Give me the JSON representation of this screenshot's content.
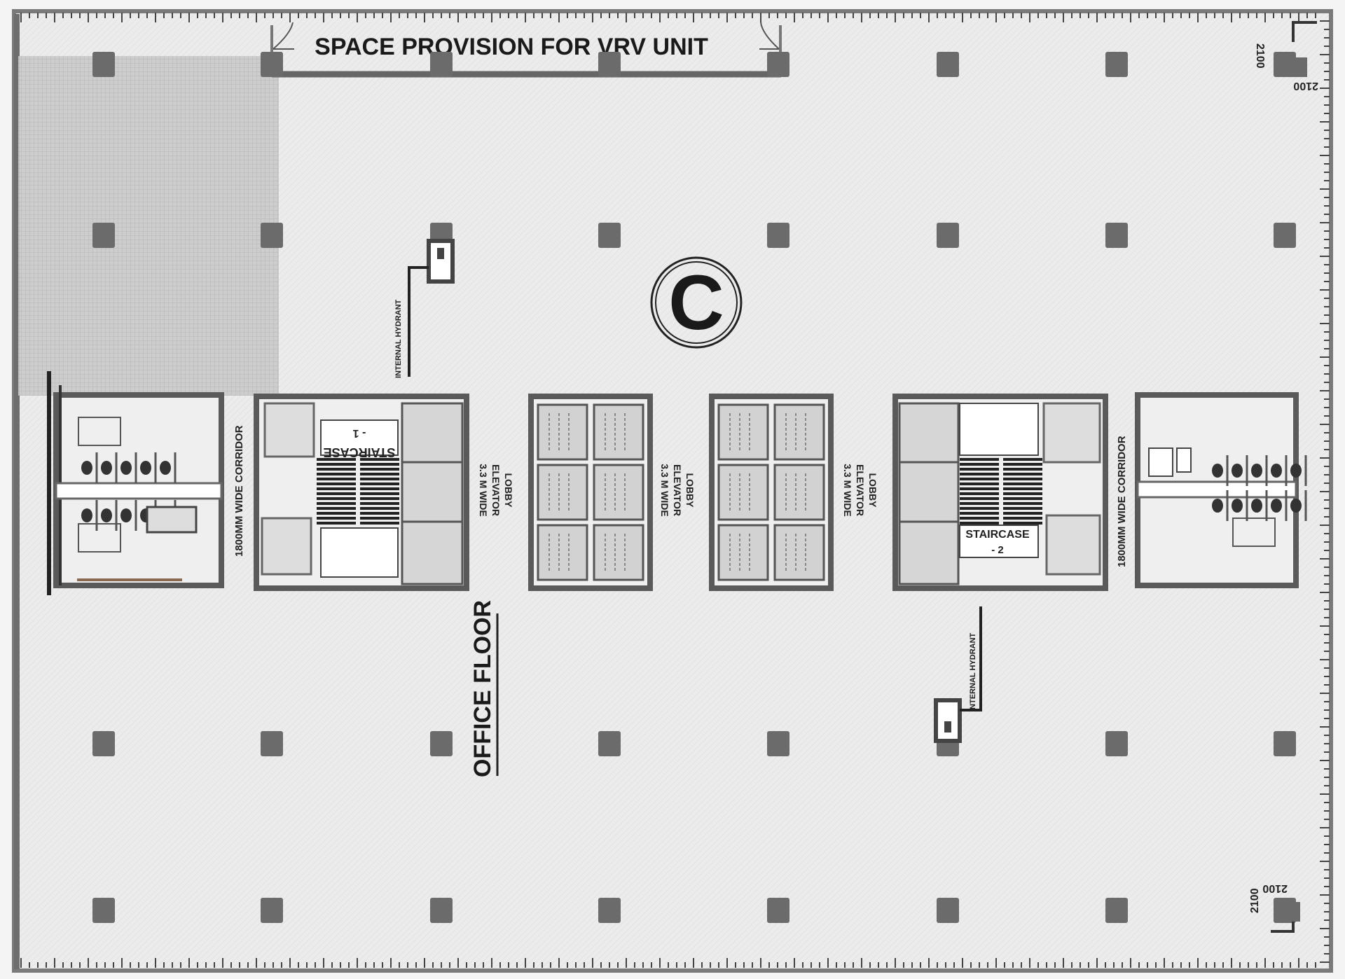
{
  "title": "SPACE PROVISION FOR VRV UNIT",
  "zone_marker": "C",
  "floor_label": "OFFICE FLOOR",
  "lobbies": [
    {
      "lines": [
        "3.3 M WIDE",
        "ELEVATOR",
        "LOBBY"
      ]
    },
    {
      "lines": [
        "3.3 M WIDE",
        "ELEVATOR",
        "LOBBY"
      ]
    },
    {
      "lines": [
        "3.3 M WIDE",
        "ELEVATOR",
        "LOBBY"
      ]
    }
  ],
  "corridors": [
    "1800MM WIDE CORRIDOR",
    "1800MM WIDE CORRIDOR"
  ],
  "hydrants": [
    "INTERNAL HYDRANT",
    "INTERNAL HYDRANT"
  ],
  "staircases": [
    {
      "name": "STAIRCASE",
      "number": "- 1"
    },
    {
      "name": "STAIRCASE",
      "number": "- 2"
    }
  ],
  "dimensions": [
    "2100",
    "2100",
    "2100",
    "2100"
  ],
  "colors": {
    "background": "#ececec",
    "wall": "#5a5a5a",
    "column": "#6b6b6b",
    "hatch": "#b9b9b9",
    "text": "#1a1a1a"
  }
}
